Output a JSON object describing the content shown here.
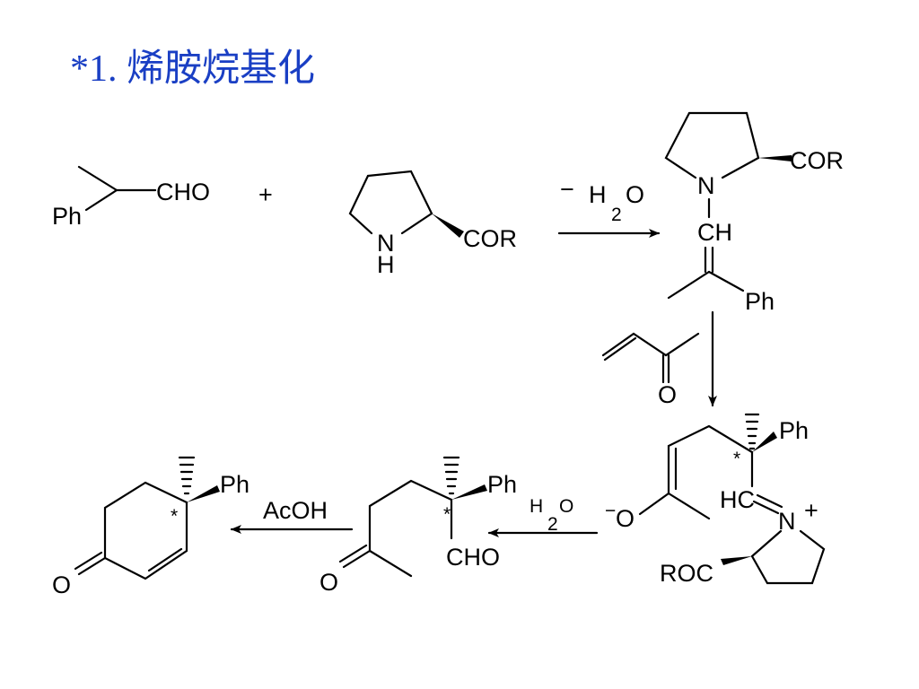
{
  "title": "*1. 烯胺烷基化",
  "colors": {
    "title": "#1a3fc4",
    "ink": "#000000",
    "background": "#ffffff"
  },
  "labels": {
    "ph": "Ph",
    "cho": "CHO",
    "cor": "COR",
    "roc": "ROC",
    "plus": "+",
    "n": "N",
    "h": "H",
    "ch": "CH",
    "hc": "HC",
    "o": "O",
    "star": "*",
    "minus": "−",
    "two": "2",
    "charge_plus": "+",
    "acoh": "AcOH"
  }
}
